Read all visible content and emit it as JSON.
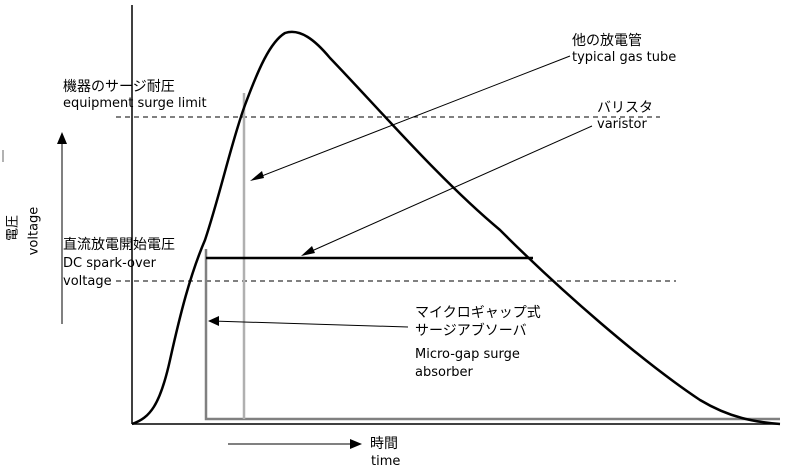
{
  "axis": {
    "y_label_jp": "電圧",
    "y_label_en": "voltage",
    "x_label_jp": "時間",
    "x_label_en": "time"
  },
  "labels": {
    "equipment_jp": "機器のサージ耐圧",
    "equipment_en": "equipment surge limit",
    "dc_jp": "直流放電開始電圧",
    "dc_en_1": "DC spark-over",
    "dc_en_2": "voltage",
    "gas_jp": "他の放電管",
    "gas_en": "typical gas tube",
    "varistor_jp": "バリスタ",
    "varistor_en": "varistor",
    "micro_jp_1": "マイクロギャップ式",
    "micro_jp_2": "サージアブソーバ",
    "micro_en_1": "Micro-gap surge",
    "micro_en_2": "absorber"
  },
  "colors": {
    "curve": "#000000",
    "micro_gap_trace": "#808080",
    "gas_tube_trace": "#b0b0b0",
    "varistor_trace": "#000000"
  }
}
